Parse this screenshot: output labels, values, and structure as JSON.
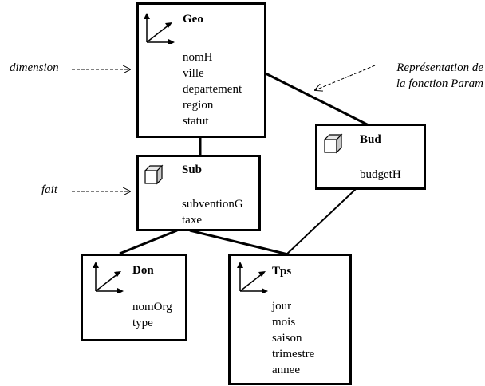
{
  "entities": {
    "geo": {
      "name": "Geo",
      "kind": "dimension",
      "attributes": [
        "nomH",
        "ville",
        "departement",
        "region",
        "statut"
      ]
    },
    "sub": {
      "name": "Sub",
      "kind": "fait",
      "attributes": [
        "subventionG",
        "taxe"
      ]
    },
    "bud": {
      "name": "Bud",
      "kind": "fait",
      "attributes": [
        "budgetH"
      ]
    },
    "don": {
      "name": "Don",
      "kind": "dimension",
      "attributes": [
        "nomOrg",
        "type"
      ]
    },
    "tps": {
      "name": "Tps",
      "kind": "dimension",
      "attributes": [
        "jour",
        "mois",
        "saison",
        "trimestre",
        "annee"
      ]
    }
  },
  "annotations": {
    "dimension_label": "dimension",
    "fait_label": "fait",
    "param_label_line1": "Représentation de",
    "param_label_line2": "la fonction Param"
  }
}
